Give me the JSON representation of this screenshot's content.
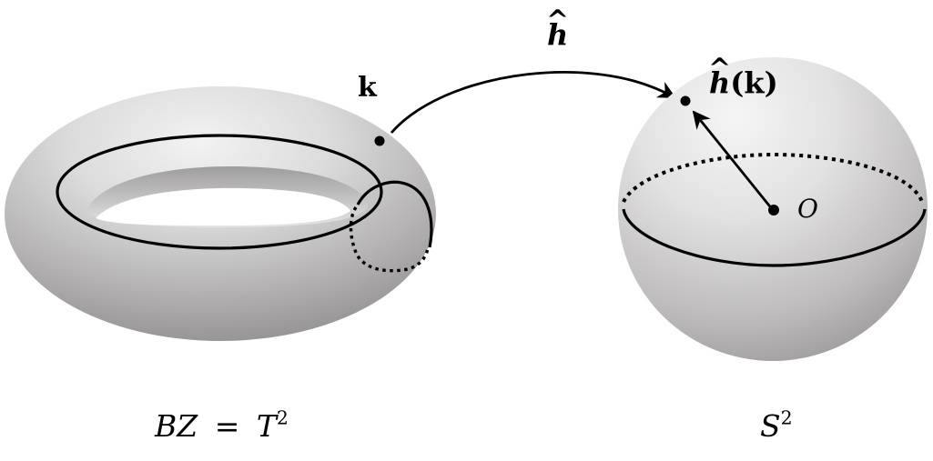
{
  "figure": {
    "torus": {
      "name": "Brillouin zone torus",
      "caption": {
        "left": "BZ",
        "equals": "=",
        "right_base": "T",
        "right_exponent": "2"
      },
      "point_label": "k",
      "loops": [
        "longitudinal loop (solid)",
        "meridional loop (solid front, dotted back)"
      ]
    },
    "map_arrow": {
      "label_base": "h",
      "label_hat": "^"
    },
    "sphere": {
      "name": "unit sphere",
      "caption": {
        "base": "S",
        "exponent": "2"
      },
      "point_label": {
        "hat": "^",
        "base": "h",
        "arg": "(k)"
      },
      "origin_label": "O",
      "equator": "front solid, back dotted"
    },
    "colors": {
      "ink": "#000000",
      "surface_light": "#e9e9ea",
      "surface_mid": "#c6c5c6",
      "surface_dark": "#8f8d8d",
      "background": "#ffffff"
    }
  }
}
